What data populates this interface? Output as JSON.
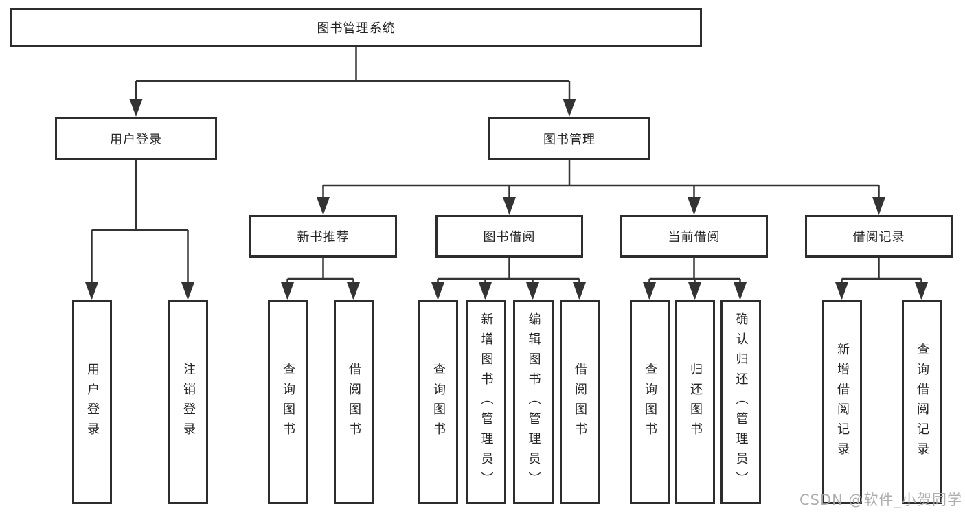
{
  "diagram": {
    "root": {
      "label": "图书管理系统"
    },
    "branches": [
      {
        "label": "用户登录"
      },
      {
        "label": "图书管理"
      }
    ],
    "modules": [
      {
        "label": "新书推荐"
      },
      {
        "label": "图书借阅"
      },
      {
        "label": "当前借阅"
      },
      {
        "label": "借阅记录"
      }
    ],
    "functions": [
      {
        "label": "用户登录"
      },
      {
        "label": "注销登录"
      },
      {
        "label": "查询图书"
      },
      {
        "label": "借阅图书"
      },
      {
        "label": "查询图书"
      },
      {
        "label": "新增图书（管理员）"
      },
      {
        "label": "编辑图书（管理员）"
      },
      {
        "label": "借阅图书"
      },
      {
        "label": "查询图书"
      },
      {
        "label": "归还图书"
      },
      {
        "label": "确认归还（管理员）"
      },
      {
        "label": "新增借阅记录"
      },
      {
        "label": "查询借阅记录"
      }
    ]
  },
  "watermark": {
    "text": "CSDN @软件_小贺同学"
  },
  "colors": {
    "line": "#333333",
    "box_border": "#2d2d2d",
    "text": "#262626",
    "watermark": "#a8a8a8",
    "background": "#ffffff"
  }
}
